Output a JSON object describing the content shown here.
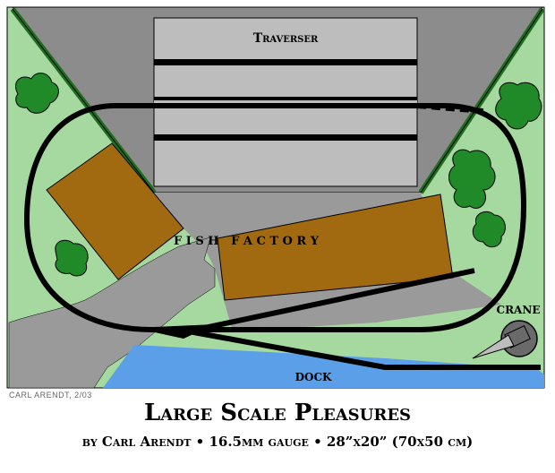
{
  "labels": {
    "traverser": "Traverser",
    "fish_factory": "F I S H   F A C T O R Y",
    "crane": "CRANE",
    "dock": "DOCK"
  },
  "credit": "CARL ARENDT, 2/03",
  "title": "Large Scale Pleasures",
  "subtitle": "by Carl Arendt  •  16.5mm gauge  •  28”x20” (70x50 cm)",
  "colors": {
    "grass": "#a6d9a0",
    "concrete": "#9a9a9a",
    "building": "#a26a10",
    "water": "#5b9fe9",
    "trees": "#1f8a27",
    "track": "#000000",
    "wall": "#1f6e1f"
  }
}
